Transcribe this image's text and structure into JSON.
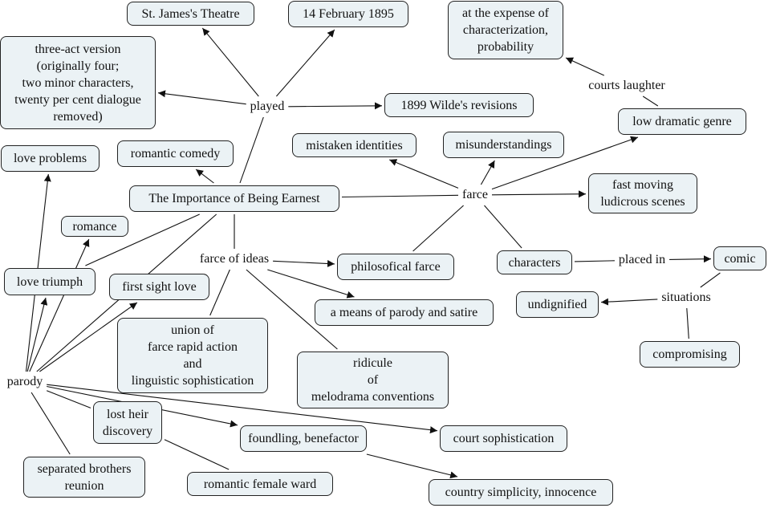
{
  "title": "The Importance of Being Earnest concept map",
  "colors": {
    "node_fill": "#ebf2f5",
    "node_border": "#222222",
    "line": "#111111",
    "background": "#ffffff"
  },
  "nodes": [
    {
      "id": "st_james",
      "label": "St. James's Theatre"
    },
    {
      "id": "feb1895",
      "label": "14 February 1895"
    },
    {
      "id": "expense",
      "label": "at the expense of\ncharacterization,\nprobability"
    },
    {
      "id": "three_act",
      "label": "three-act version\n(originally four;\ntwo minor characters,\ntwenty per cent dialogue\nremoved)"
    },
    {
      "id": "revisions",
      "label": "1899 Wilde's revisions"
    },
    {
      "id": "low_genre",
      "label": "low dramatic genre"
    },
    {
      "id": "love_problems",
      "label": "love problems"
    },
    {
      "id": "rom_comedy",
      "label": "romantic comedy"
    },
    {
      "id": "mistaken",
      "label": "mistaken identities"
    },
    {
      "id": "misunderstandings",
      "label": "misunderstandings"
    },
    {
      "id": "earnest",
      "label": "The Importance of Being Earnest"
    },
    {
      "id": "fast_moving",
      "label": "fast moving\nludicrous scenes"
    },
    {
      "id": "romance",
      "label": "romance"
    },
    {
      "id": "love_triumph",
      "label": "love triumph"
    },
    {
      "id": "first_sight",
      "label": "first sight love"
    },
    {
      "id": "philo_farce",
      "label": "philosofical farce"
    },
    {
      "id": "characters",
      "label": "characters"
    },
    {
      "id": "comic",
      "label": "comic"
    },
    {
      "id": "undignified",
      "label": "undignified"
    },
    {
      "id": "means_parody",
      "label": "a means of parody and satire"
    },
    {
      "id": "union",
      "label": "union of\nfarce rapid action\nand\nlinguistic sophistication"
    },
    {
      "id": "compromising",
      "label": "compromising"
    },
    {
      "id": "ridicule",
      "label": "ridicule\nof\nmelodrama conventions"
    },
    {
      "id": "lost_heir",
      "label": "lost heir\ndiscovery"
    },
    {
      "id": "foundling",
      "label": "foundling, benefactor"
    },
    {
      "id": "court_soph",
      "label": "court sophistication"
    },
    {
      "id": "separated",
      "label": "separated brothers\nreunion"
    },
    {
      "id": "female_ward",
      "label": "romantic female ward"
    },
    {
      "id": "country",
      "label": "country simplicity, innocence"
    }
  ],
  "link_labels": [
    {
      "id": "played",
      "label": "played"
    },
    {
      "id": "courts_laughter",
      "label": "courts laughter"
    },
    {
      "id": "farce",
      "label": "farce"
    },
    {
      "id": "farce_of_ideas",
      "label": "farce of ideas"
    },
    {
      "id": "placed_in",
      "label": "placed in"
    },
    {
      "id": "situations",
      "label": "situations"
    },
    {
      "id": "parody",
      "label": "parody"
    }
  ],
  "edges": [
    {
      "from": "earnest",
      "to": "played",
      "arrow": false
    },
    {
      "from": "played",
      "to": "st_james",
      "arrow": true
    },
    {
      "from": "played",
      "to": "feb1895",
      "arrow": true
    },
    {
      "from": "played",
      "to": "three_act",
      "arrow": true
    },
    {
      "from": "played",
      "to": "revisions",
      "arrow": true
    },
    {
      "from": "earnest",
      "to": "farce",
      "arrow": false
    },
    {
      "from": "farce",
      "to": "mistaken",
      "arrow": true
    },
    {
      "from": "farce",
      "to": "misunderstandings",
      "arrow": true
    },
    {
      "from": "farce",
      "to": "low_genre",
      "arrow": true
    },
    {
      "from": "farce",
      "to": "fast_moving",
      "arrow": true
    },
    {
      "from": "philo_farce",
      "to": "farce",
      "arrow": false
    },
    {
      "from": "farce",
      "to": "characters",
      "arrow": false
    },
    {
      "from": "low_genre",
      "to": "courts_laughter",
      "arrow": false
    },
    {
      "from": "courts_laughter",
      "to": "expense",
      "arrow": true
    },
    {
      "from": "characters",
      "to": "placed_in",
      "arrow": false
    },
    {
      "from": "placed_in",
      "to": "comic",
      "arrow": true
    },
    {
      "from": "comic",
      "to": "situations",
      "arrow": false
    },
    {
      "from": "situations",
      "to": "undignified",
      "arrow": true
    },
    {
      "from": "compromising",
      "to": "situations",
      "arrow": false
    },
    {
      "from": "earnest",
      "to": "farce_of_ideas",
      "arrow": false
    },
    {
      "from": "farce_of_ideas",
      "to": "philo_farce",
      "arrow": true
    },
    {
      "from": "farce_of_ideas",
      "to": "means_parody",
      "arrow": true
    },
    {
      "from": "union",
      "to": "farce_of_ideas",
      "arrow": false
    },
    {
      "from": "ridicule",
      "to": "farce_of_ideas",
      "arrow": false
    },
    {
      "from": "earnest",
      "to": "rom_comedy",
      "arrow": true
    },
    {
      "from": "love_triumph",
      "to": "earnest",
      "arrow": false
    },
    {
      "from": "parody",
      "to": "love_problems",
      "arrow": true
    },
    {
      "from": "parody",
      "to": "romance",
      "arrow": true
    },
    {
      "from": "parody",
      "to": "love_triumph",
      "arrow": true
    },
    {
      "from": "parody",
      "to": "first_sight",
      "arrow": true
    },
    {
      "from": "parody",
      "to": "earnest",
      "arrow": false
    },
    {
      "from": "parody",
      "to": "lost_heir",
      "arrow": false
    },
    {
      "from": "parody",
      "to": "foundling",
      "arrow": true
    },
    {
      "from": "parody",
      "to": "court_soph",
      "arrow": true
    },
    {
      "from": "parody",
      "to": "separated",
      "arrow": false
    },
    {
      "from": "lost_heir",
      "to": "female_ward",
      "arrow": false
    },
    {
      "from": "foundling",
      "to": "country",
      "arrow": true
    }
  ]
}
